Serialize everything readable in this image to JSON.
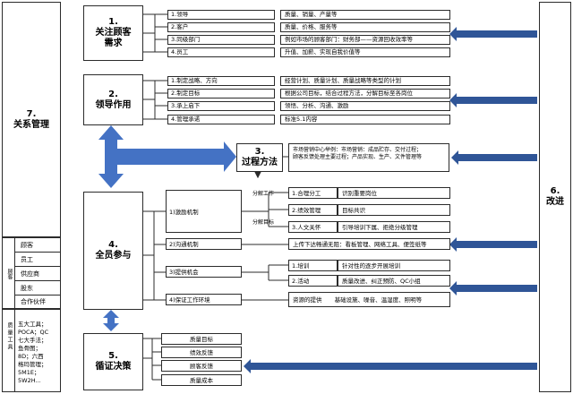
{
  "left": {
    "relation_title": "7.\n关系管理",
    "customer_vertical": "顾客",
    "customers": [
      "顾客",
      "员工",
      "供应商",
      "股东",
      "合作伙伴"
    ],
    "quality_vertical": "质量工具",
    "tools_text": "五大工具；\nPOCA；QC\n七大手法；\n鱼骨图；\n8D；六西\n格玛管理；\n5M1E；\n5W2H..."
  },
  "right": {
    "improve": "6.\n改进"
  },
  "principles": [
    {
      "label": "1.\n关注顾客\n需求"
    },
    {
      "label": "2.\n领导作用"
    },
    {
      "label": "3.\n过程方法"
    },
    {
      "label": "4.\n全员参与"
    },
    {
      "label": "5.\n循证决策"
    }
  ],
  "customer_focus": {
    "items": [
      "1.领导",
      "2.客户",
      "3.同级部门",
      "4.员工"
    ],
    "details": [
      "质量、销量、产量等",
      "质量、价格、服务等",
      "例如市场的顾客部门：财务部——资源回收效率等",
      "升值、加薪、实现自我价值等"
    ]
  },
  "leadership": {
    "items": [
      "1.制定战略、方向",
      "2.制定目标",
      "3.承上启下",
      "4.管理承诺"
    ],
    "details": [
      "经营计划、质量计划、质量战略等类型的计划",
      "根据公司目标，结合过程方法，分解目标至各岗位",
      "领悟、分析、沟通、激励",
      "标准5.1内容"
    ]
  },
  "process": {
    "description": "市场营销中心举例：市场营销：成品贮存、交付过程；\n顾客反馈处理主要过程；产品实现、生产、文件管理等"
  },
  "engagement": {
    "incentive": "1)激励机制",
    "split_work": "分解工作",
    "split_goal": "分解目标",
    "incentive_items": [
      "1.合理分工",
      "2.绩效管理",
      "3.人文关怀"
    ],
    "incentive_details": [
      "识别重要岗位",
      "目标共识",
      "引导培训下属、拒绝分级管理"
    ],
    "communication": "2)沟通机制",
    "communication_detail": "上传下达畅通无阻：看板管理、网络工具、便签纸等",
    "opportunity": "3)提供机会",
    "opportunity_items": [
      "1.培训",
      "2.活动"
    ],
    "opportunity_details": [
      "针对性的逐步开展培训",
      "质量改进、纠正预防、QC小组"
    ],
    "environment": "4)保证工作环境",
    "env_left": "资源的提供",
    "env_right": "基础设施、噪音、温湿度、照明等"
  },
  "evidence": {
    "items": [
      "质量目标",
      "绩效反馈",
      "顾客反馈",
      "质量成本"
    ]
  },
  "colors": {
    "arrow_blue": "#4472c4",
    "arrow_dark": "#2f5597",
    "border": "#2b2b2b"
  }
}
